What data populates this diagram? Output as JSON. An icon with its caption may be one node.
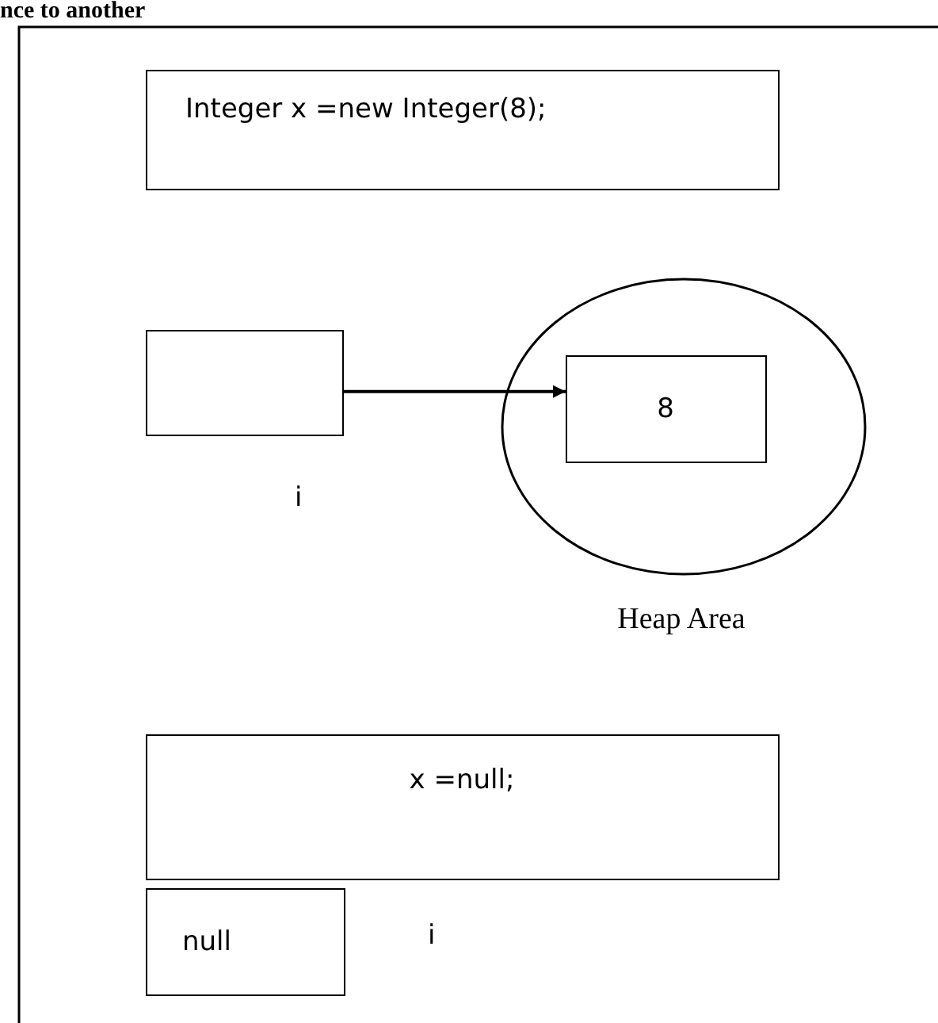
{
  "diagram": {
    "nodes": [
      {
        "text": [
          "Integer x =new Integer(8);"
        ]
      },
      {
        "text": [],
        "shape": "box",
        "beside": [
          "i"
        ]
      },
      {
        "text": [
          "Heap Area"
        ]
      },
      {
        "text": [
          "8"
        ],
        "in": 2
      },
      {
        "text": [
          "x =null;"
        ]
      },
      {
        "text": [
          "null"
        ]
      }
    ],
    "edges": [
      {
        "from": 1,
        "to": 3,
        "arrow": "to"
      }
    ],
    "labels": [
      "nce to another",
      "i"
    ]
  }
}
